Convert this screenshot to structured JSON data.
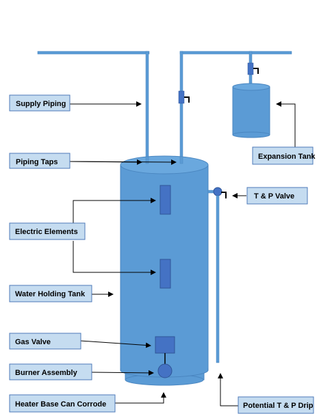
{
  "labels": {
    "supply_piping": "Supply Piping",
    "piping_taps": "Piping Taps",
    "electric_elements": "Electric Elements",
    "water_holding_tank": "Water Holding Tank",
    "gas_valve": "Gas Valve",
    "burner_assembly": "Burner Assembly",
    "heater_base": "Heater Base Can Corrode",
    "expansion_tank": "Expansion Tank",
    "tp_valve": "T & P Valve",
    "tp_drip": "Potential T & P Drip"
  },
  "colors": {
    "label_fill": "#c5dcf0",
    "label_border": "#4d79b8",
    "tank_fill": "#5b9bd5",
    "tank_top": "#6aa8de",
    "tank_outline": "#4a86c0",
    "element_fill": "#4472c4",
    "element_outline": "#2f5597",
    "pipe": "#5b9bd5",
    "arrow": "#000000"
  }
}
